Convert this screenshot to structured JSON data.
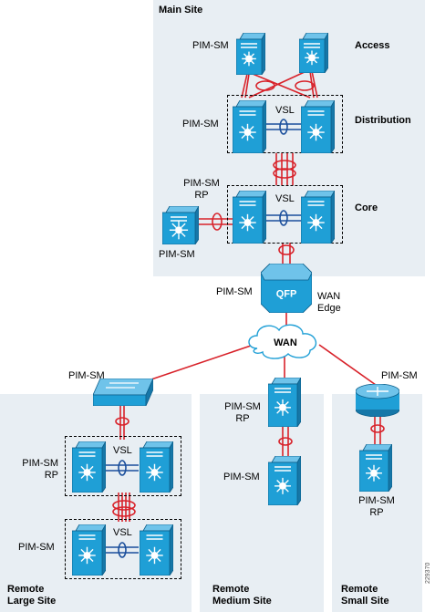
{
  "colors": {
    "zone_bg": "#e8eef3",
    "device_blue": "#1f9fd6",
    "device_dark": "#1677a8",
    "wire_red": "#d8222a",
    "vsl_blue": "#1b4f9c"
  },
  "labels": {
    "main_site": "Main Site",
    "access": "Access",
    "distribution": "Distribution",
    "core": "Core",
    "access_pim": "PIM-SM",
    "dist_pim": "PIM-SM",
    "core_pim_line1": "PIM-SM",
    "core_pim_line2": "RP",
    "core_side_pim": "PIM-SM",
    "wan_edge_pim": "PIM-SM",
    "wan_edge_line1": "WAN",
    "wan_edge_line2": "Edge",
    "qfp": "QFP",
    "wan_cloud": "WAN",
    "vsl": "VSL",
    "large_pim": "PIM-SM",
    "large_dist_pim1": "PIM-SM",
    "large_dist_pim2": "RP",
    "large_access_pim": "PIM-SM",
    "medium_top_pim1": "PIM-SM",
    "medium_top_pim2": "RP",
    "medium_bottom_pim": "PIM-SM",
    "small_pim": "PIM-SM",
    "small_bottom_pim1": "PIM-SM",
    "small_bottom_pim2": "RP",
    "remote_large_1": "Remote",
    "remote_large_2": "Large Site",
    "remote_medium_1": "Remote",
    "remote_medium_2": "Medium Site",
    "remote_small_1": "Remote",
    "remote_small_2": "Small Site",
    "figure_id": "229370"
  },
  "icons": {
    "multilayer_switch": "multilayer-switch-icon",
    "workgroup_switch": "workgroup-switch-icon",
    "router": "router-icon",
    "asr_router": "qfp-router-icon",
    "cloud": "wan-cloud-icon"
  }
}
